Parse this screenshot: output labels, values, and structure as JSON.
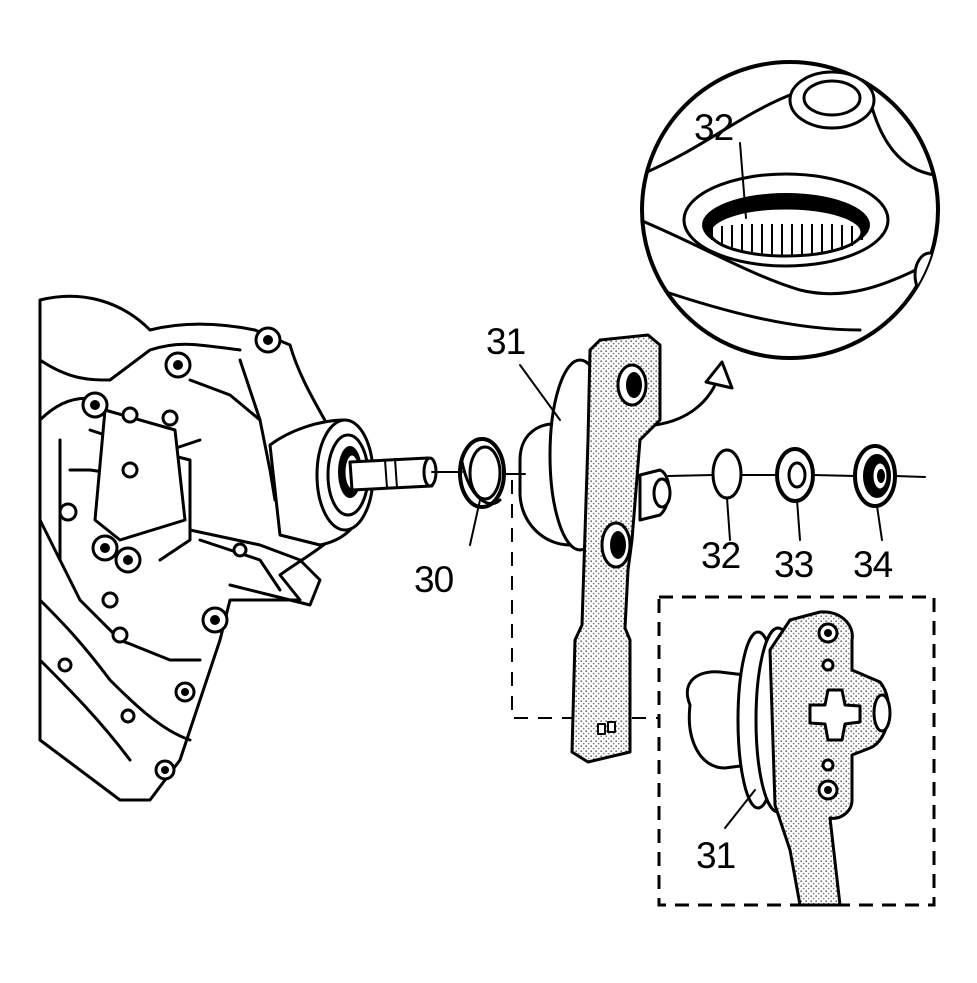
{
  "diagram": {
    "callouts": [
      {
        "id": "c30",
        "text": "30"
      },
      {
        "id": "c31-top",
        "text": "31"
      },
      {
        "id": "c31-inset",
        "text": "31"
      },
      {
        "id": "c32-zoom",
        "text": "32"
      },
      {
        "id": "c32",
        "text": "32"
      },
      {
        "id": "c33",
        "text": "33"
      },
      {
        "id": "c34",
        "text": "34"
      }
    ]
  },
  "colors": {
    "line": "#000000",
    "background": "#ffffff",
    "stipple": "#9a9a9a"
  }
}
